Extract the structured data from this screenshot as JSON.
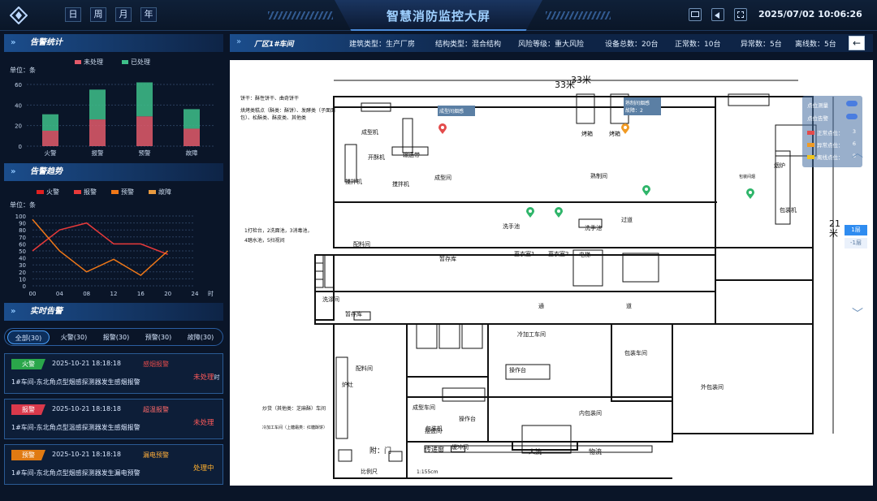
{
  "header": {
    "title": "智慧消防监控大屏",
    "date_buttons": [
      "日",
      "周",
      "月",
      "年"
    ],
    "datetime": "2025/07/02 10:06:26"
  },
  "alarm_stats": {
    "title": "告警统计",
    "unit": "单位：条",
    "legend": [
      "未处理",
      "已处理"
    ],
    "colors": {
      "unprocessed": "#e35a6a",
      "processed": "#3ec08a"
    },
    "chart_data": {
      "type": "bar",
      "categories": [
        "火警",
        "报警",
        "预警",
        "故障"
      ],
      "series": [
        {
          "name": "未处理",
          "values": [
            15,
            26,
            29,
            17
          ]
        },
        {
          "name": "已处理",
          "values": [
            16,
            29,
            33,
            19
          ]
        }
      ],
      "ylim": [
        0,
        60
      ],
      "yticks": [
        "60",
        "40",
        "20",
        "0"
      ]
    }
  },
  "alarm_trend": {
    "title": "告警趋势",
    "unit": "单位：条",
    "legend": [
      "火警",
      "报警",
      "预警",
      "故障"
    ],
    "x_suffix": "时",
    "chart_data": {
      "type": "line",
      "x": [
        "00",
        "04",
        "08",
        "12",
        "16",
        "20",
        "24"
      ],
      "series": [
        {
          "name": "火警",
          "color": "#e02020",
          "values": [
            null,
            null,
            null,
            null,
            null,
            null,
            null
          ]
        },
        {
          "name": "报警",
          "color": "#e83a3a",
          "values": [
            50,
            80,
            90,
            60,
            60,
            45
          ]
        },
        {
          "name": "预警",
          "color": "#f07818",
          "values": [
            95,
            50,
            20,
            38,
            15,
            50
          ]
        },
        {
          "name": "故障",
          "color": "#e89a40",
          "values": [
            null,
            null,
            null,
            null,
            null,
            null
          ]
        }
      ],
      "ylim": [
        0,
        100
      ],
      "yticks": [
        "100",
        "90",
        "80",
        "70",
        "60",
        "50",
        "40",
        "30",
        "20",
        "10",
        "0"
      ]
    }
  },
  "realtime": {
    "title": "实时告警",
    "filters": [
      "全部(30)",
      "火警(30)",
      "报警(30)",
      "预警(30)",
      "故障(30)"
    ],
    "cards": [
      {
        "badge": "火警",
        "badge_color": "#2aa64a",
        "time": "2025-10-21 18:18:18",
        "type": "感烟报警",
        "type_color": "#e34b4b",
        "desc": "1#车间-东北角点型烟感探测器发生感烟报警",
        "status": "未处理",
        "status_color": "#ff5a5a",
        "tail": "时"
      },
      {
        "badge": "报警",
        "badge_color": "#d9394b",
        "time": "2025-10-21 18:18:18",
        "type": "超温报警",
        "type_color": "#ff6a6a",
        "desc": "1#车间-东北角点型温感探测器发生感烟报警",
        "status": "未处理",
        "status_color": "#ff5a5a"
      },
      {
        "badge": "预警",
        "badge_color": "#e07a12",
        "time": "2025-10-21 18:18:18",
        "type": "漏电预警",
        "type_color": "#ffae3a",
        "desc": "1#车间-东北角点型烟感探测器发生漏电预警",
        "status": "处理中",
        "status_color": "#ffb02e"
      }
    ]
  },
  "main": {
    "title": "厂区1#车间",
    "info": [
      {
        "label": "建筑类型：",
        "value": "生产厂房"
      },
      {
        "label": "结构类型：",
        "value": "混合结构"
      },
      {
        "label": "风险等级：",
        "value": "重大风险"
      },
      {
        "label": "设备总数：",
        "value": "20台"
      },
      {
        "label": "正常数：",
        "value": "10台"
      },
      {
        "label": "异常数：",
        "value": "5台"
      },
      {
        "label": "离线数：",
        "value": "5台"
      }
    ],
    "overlay": {
      "toggles": [
        "点位测量",
        "点位告警"
      ],
      "rows": [
        {
          "label": "正常点位：",
          "value": "3",
          "color": "#e34b4b"
        },
        {
          "label": "异常点位：",
          "value": "6",
          "color": "#f09a24"
        },
        {
          "label": "离线点位：",
          "value": "8",
          "color": "#f0c41c"
        }
      ]
    },
    "floors": [
      "1层",
      "-1层"
    ],
    "plan": {
      "width_label": "33米",
      "height_label": "21米",
      "notes_top": [
        "饼干：酥性饼干、曲奇饼干",
        "烘烤类糕点（酥类：酥饼）、发酵类（子面面包）、松酥类、酥皮类、其他类"
      ],
      "notes_left": [
        "1打检台，2洗面池，3消毒池，",
        "4踏水池，5扫视间"
      ],
      "rooms": [
        "成型机",
        "成型间",
        "开酥机",
        "输送带",
        "搅拌机",
        "搅拌机",
        "配料间",
        "暂存库",
        "更衣室1",
        "更衣室2",
        "电梯",
        "过道",
        "烤箱",
        "烤箱",
        "熟制间",
        "烟炉",
        "包装机",
        "洗涤间",
        "暂存库",
        "配料间",
        "炉灶",
        "冷加工车间",
        "操作台",
        "包装车间",
        "外包装间",
        "内包装间",
        "成型车间",
        "操作台",
        "包装机",
        "缓冲间",
        "洗手池",
        "洗手池",
        "通",
        "道",
        "摆盘间"
      ],
      "tooltip1": "成型间烟感",
      "tooltip2": "熟制间烟感\n故障：2",
      "pin_label": "包装间烟",
      "legend_door": "附：门",
      "legend_pass": "传递窗",
      "legend_people": "人流",
      "legend_goods": "物流",
      "scale": "比例尺",
      "scale_value": "1:155cm",
      "shop_note": "炒货（其他类：芝麻酥）车间",
      "cold_note": "冷加工车间（上糖霜类：红糖酥饼）",
      "util_labels": [
        "4",
        "3",
        "2",
        "1",
        "5"
      ]
    }
  }
}
